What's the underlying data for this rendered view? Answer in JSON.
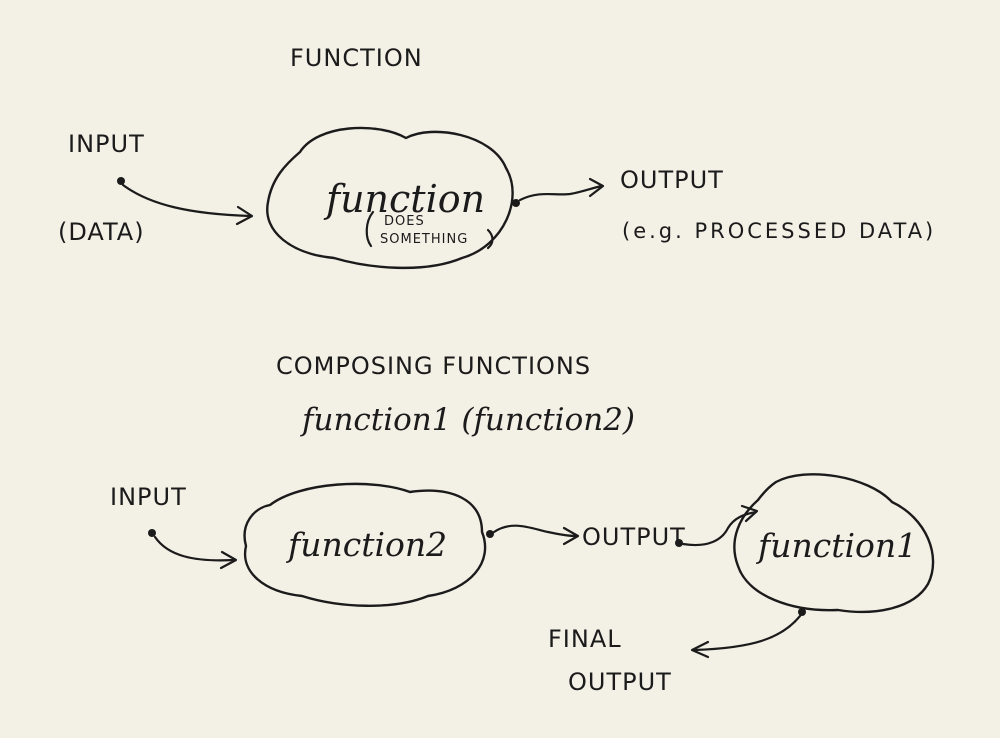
{
  "top": {
    "title": "FUNCTION",
    "input_label": "INPUT",
    "input_sublabel": "(DATA)",
    "function_label": "function",
    "function_note_line1": "DOES",
    "function_note_line2": "SOMETHING",
    "output_label": "OUTPUT",
    "output_sublabel": "(e.g. PROCESSED DATA)"
  },
  "bottom": {
    "title": "COMPOSING FUNCTIONS",
    "expression": "function1 (function2)",
    "input_label": "INPUT",
    "function2_label": "function2",
    "intermediate_output_label": "OUTPUT",
    "function1_label": "function1",
    "final_output_line1": "FINAL",
    "final_output_line2": "OUTPUT"
  }
}
